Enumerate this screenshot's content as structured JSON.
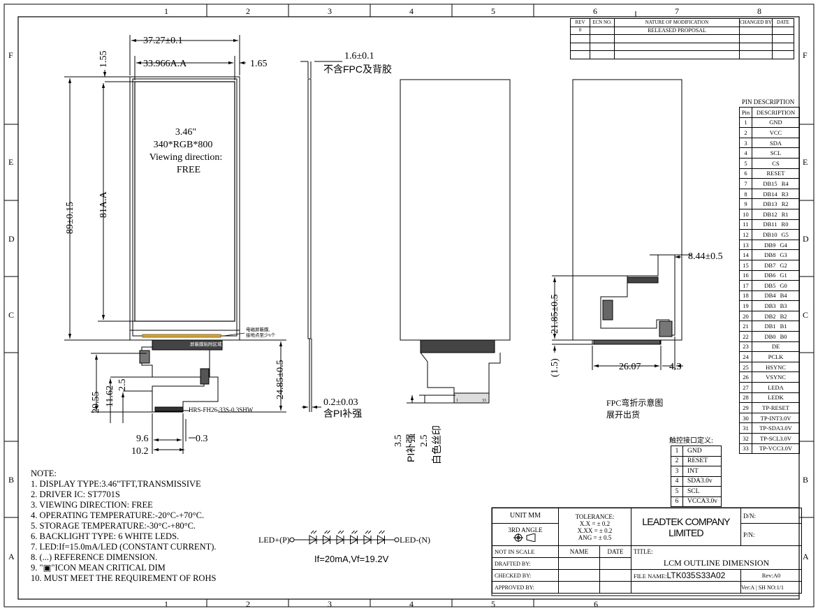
{
  "grid": {
    "top_numbers": [
      "1",
      "2",
      "3",
      "4",
      "5",
      "6",
      "7",
      "8"
    ],
    "bottom_numbers": [
      "1",
      "2",
      "3",
      "4",
      "5",
      "6"
    ],
    "side_letters": [
      "F",
      "E",
      "D",
      "C",
      "B",
      "A"
    ]
  },
  "revision_table": {
    "headers": [
      "REV",
      "ECN NO.",
      "NATURE OF MODIFICATION",
      "CHANGED BY",
      "DATE"
    ],
    "row": {
      "rev": "0",
      "nature": "RELEASED PROPOSAL"
    }
  },
  "front_view": {
    "width_outline": "37.27±0.1",
    "width_active": "33.966A.A",
    "top_gap": "1.55",
    "side_gap": "1.65",
    "height_outline": "89±0.15",
    "height_active": "81A.A",
    "size": "3.46\"",
    "resolution": "340*RGB*800",
    "viewing_label": "Viewing direction:",
    "viewing_value": "FREE",
    "fpc_note_1": "电磁屏蔽膜,",
    "fpc_note_2": "接地点至少6个",
    "fpc_label": "屏蔽膜贴附区域",
    "fpc_len_total": "20.55",
    "fpc_len_mid": "11.62",
    "fpc_len_small": "2.5",
    "fpc_len_right": "24.85±0.5",
    "connector_dim_1": "9.6",
    "connector_dim_2": "0.3",
    "connector_dim_3": "10.2",
    "connector": "HRS-FH26-33S-0.3SHW"
  },
  "side_view": {
    "thickness": "1.6±0.1",
    "thickness_note": "不含FPC及背胶",
    "pi_thickness": "0.2±0.03",
    "pi_note": "含PI补强"
  },
  "back_view": {
    "dim_pi": "3.5",
    "pi_label": "PI补强",
    "dim_print": "2.5",
    "print_label": "白色丝印",
    "pin_1": "1",
    "pin_33": "33"
  },
  "bent_view": {
    "dim_top": "8.44±0.5",
    "dim_left": "21.85±0.5",
    "dim_small": "(1.5)",
    "dim_bottom": "26.07",
    "dim_right": "4.3",
    "note_1": "FPC弯折示意图",
    "note_2": "展开出货"
  },
  "pin_table": {
    "title": "PIN DESCRIPTION",
    "header_pin": "Pin",
    "header_desc": "DESCRIPTION",
    "rows": [
      {
        "n": "1",
        "d": "GND",
        "s": ""
      },
      {
        "n": "2",
        "d": "VCC",
        "s": ""
      },
      {
        "n": "3",
        "d": "SDA",
        "s": ""
      },
      {
        "n": "4",
        "d": "SCL",
        "s": ""
      },
      {
        "n": "5",
        "d": "CS",
        "s": ""
      },
      {
        "n": "6",
        "d": "RESET",
        "s": ""
      },
      {
        "n": "7",
        "d": "DB15",
        "s": "R4"
      },
      {
        "n": "8",
        "d": "DB14",
        "s": "R3"
      },
      {
        "n": "9",
        "d": "DB13",
        "s": "R2"
      },
      {
        "n": "10",
        "d": "DB12",
        "s": "R1"
      },
      {
        "n": "11",
        "d": "DB11",
        "s": "R0"
      },
      {
        "n": "12",
        "d": "DB10",
        "s": "G5"
      },
      {
        "n": "13",
        "d": "DB9",
        "s": "G4"
      },
      {
        "n": "14",
        "d": "DB8",
        "s": "G3"
      },
      {
        "n": "15",
        "d": "DB7",
        "s": "G2"
      },
      {
        "n": "16",
        "d": "DB6",
        "s": "G1"
      },
      {
        "n": "17",
        "d": "DB5",
        "s": "G0"
      },
      {
        "n": "18",
        "d": "DB4",
        "s": "B4"
      },
      {
        "n": "19",
        "d": "DB3",
        "s": "B3"
      },
      {
        "n": "20",
        "d": "DB2",
        "s": "B2"
      },
      {
        "n": "21",
        "d": "DB1",
        "s": "B1"
      },
      {
        "n": "22",
        "d": "DB0",
        "s": "B0"
      },
      {
        "n": "23",
        "d": "DE",
        "s": ""
      },
      {
        "n": "24",
        "d": "PCLK",
        "s": ""
      },
      {
        "n": "25",
        "d": "HSYNC",
        "s": ""
      },
      {
        "n": "26",
        "d": "VSYNC",
        "s": ""
      },
      {
        "n": "27",
        "d": "LEDA",
        "s": ""
      },
      {
        "n": "28",
        "d": "LEDK",
        "s": ""
      },
      {
        "n": "29",
        "d": "TP-RESET",
        "s": ""
      },
      {
        "n": "30",
        "d": "TP-INT3.0V",
        "s": ""
      },
      {
        "n": "31",
        "d": "TP-SDA3.0V",
        "s": ""
      },
      {
        "n": "32",
        "d": "TP-SCL3.0V",
        "s": ""
      },
      {
        "n": "33",
        "d": "TP-VCC3.0V",
        "s": ""
      }
    ]
  },
  "touch_table": {
    "title": "触控接口定义:",
    "rows": [
      {
        "n": "1",
        "d": "GND"
      },
      {
        "n": "2",
        "d": "RESET"
      },
      {
        "n": "3",
        "d": "INT"
      },
      {
        "n": "4",
        "d": "SDA3.0v"
      },
      {
        "n": "5",
        "d": "SCL"
      },
      {
        "n": "6",
        "d": "VCCA3.0v"
      }
    ]
  },
  "notes": {
    "title": "NOTE:",
    "items": [
      "1. DISPLAY TYPE:3.46\"TFT,TRANSMISSIVE",
      "2. DRIVER IC: ST7701S",
      "3. VIEWING DIRECTION: FREE",
      "4. OPERATING TEMPERATURE:-20°C-+70°C.",
      "5. STORAGE TEMPERATURE:-30°C-+80°C.",
      "6. BACKLIGHT TYPE:  6   WHITE LEDS.",
      "7. LED:If=15.0mA/LED (CONSTANT CURRENT).",
      "8. (...) REFERENCE DIMENSION.",
      "9. \"▣\"ICON MEAN CRITICAL DIM",
      "10. MUST MEET THE REQUIREMENT OF ROHS"
    ]
  },
  "led_circuit": {
    "left_label": "LED+(P)",
    "right_label": "LED-(N)",
    "spec": "If=20mA,Vf=19.2V"
  },
  "title_block": {
    "unit": "UNIT MM",
    "angle": "3RD ANGLE",
    "tolerance_title": "TOLERANCE:",
    "tol_1": "X.X  = ± 0.2",
    "tol_2": "X.XX = ± 0.2",
    "tol_3": "ANG = ± 0.5",
    "company": "LEADTEK COMPANY LIMITED",
    "dn": "D/N:",
    "pn": "P/N:",
    "not_in_scale": "NOT IN SCALE",
    "name": "NAME",
    "date": "DATE",
    "title_label": "TITLE:",
    "title_value": "LCM OUTLINE DIMENSION",
    "drafted": "DRAFTED BY:",
    "checked": "CHECKED BY:",
    "approved": "APPROVED BY:",
    "file_label": "FILE NAME:",
    "file_value": "LTK035S33A02",
    "rev": "Rev:A0",
    "ver": "Ver:A",
    "sheet": "SH NO:1/1"
  }
}
